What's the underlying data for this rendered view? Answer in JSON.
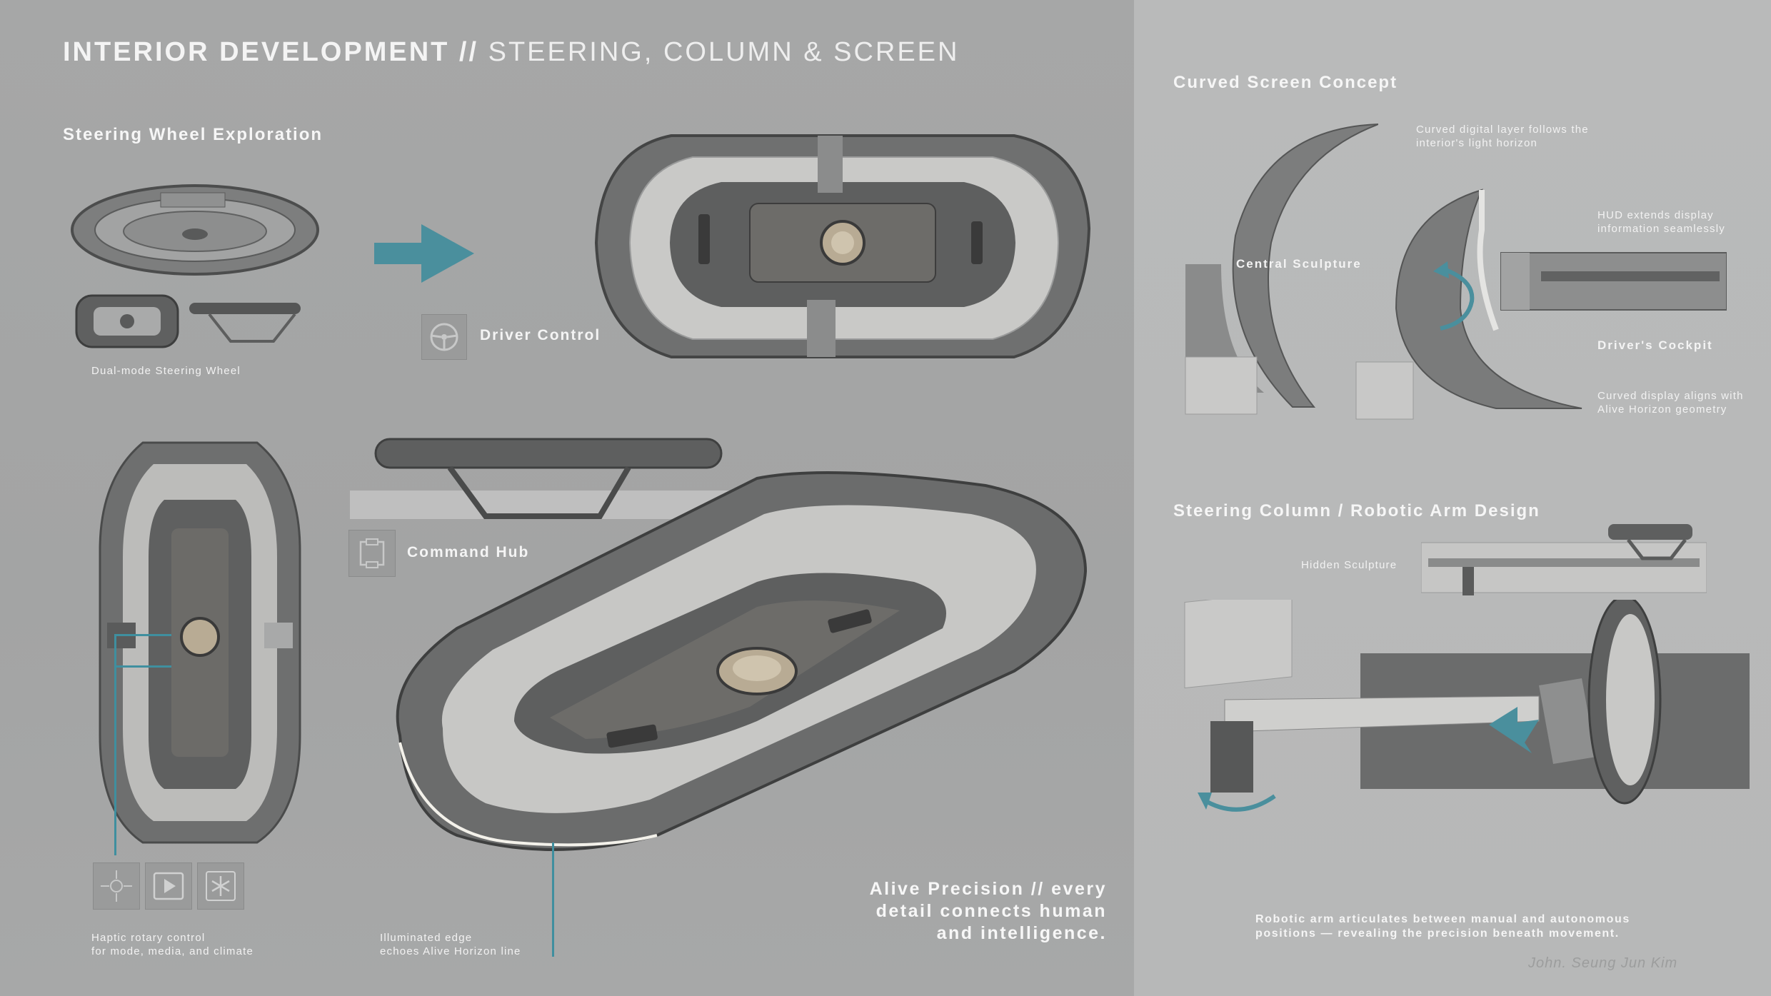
{
  "header": {
    "title_bold": "INTERIOR DEVELOPMENT //",
    "title_light": "STEERING, COLUMN & SCREEN"
  },
  "left": {
    "section_title": "Steering Wheel Exploration",
    "dual_mode_caption": "Dual-mode Steering Wheel",
    "driver_control_label": "Driver Control",
    "command_hub_label": "Command Hub",
    "haptic_caption_l1": "Haptic rotary control",
    "haptic_caption_l2": "for mode, media, and climate",
    "edge_caption_l1": "Illuminated edge",
    "edge_caption_l2": "echoes Alive Horizon line",
    "tagline_l1": "Alive Precision // every",
    "tagline_l2": "detail connects human",
    "tagline_l3": "and intelligence."
  },
  "right": {
    "curved_title": "Curved Screen Concept",
    "curved_note": "Curved digital layer follows the interior's light horizon",
    "curved_note_l1": "Curved digital layer follows the",
    "curved_note_l2": "interior's light horizon",
    "central_sculpture": "Central  Sculpture",
    "hud_l1": "HUD extends display",
    "hud_l2": "information seamlessly",
    "drivers_cockpit": "Driver's Cockpit",
    "aligns_l1": "Curved display aligns with",
    "aligns_l2": "Alive Horizon geometry",
    "column_title": "Steering Column / Robotic Arm Design",
    "hidden_sculpture": "Hidden Sculpture",
    "robotic_l1": "Robotic arm articulates between manual and autonomous",
    "robotic_l2": "positions — revealing the precision beneath movement.",
    "signature": "John. Seung Jun Kim"
  },
  "icons": [
    "arrow-right-icon",
    "steering-wheel-icon",
    "command-hub-icon",
    "dpad-icon",
    "play-icon",
    "snowflake-icon",
    "rotate-arrow-icon",
    "down-arrow-icon"
  ],
  "colors": {
    "accent": "#3f8f9f",
    "panel_left": "#a6a7a7",
    "panel_right": "#b9baba"
  }
}
